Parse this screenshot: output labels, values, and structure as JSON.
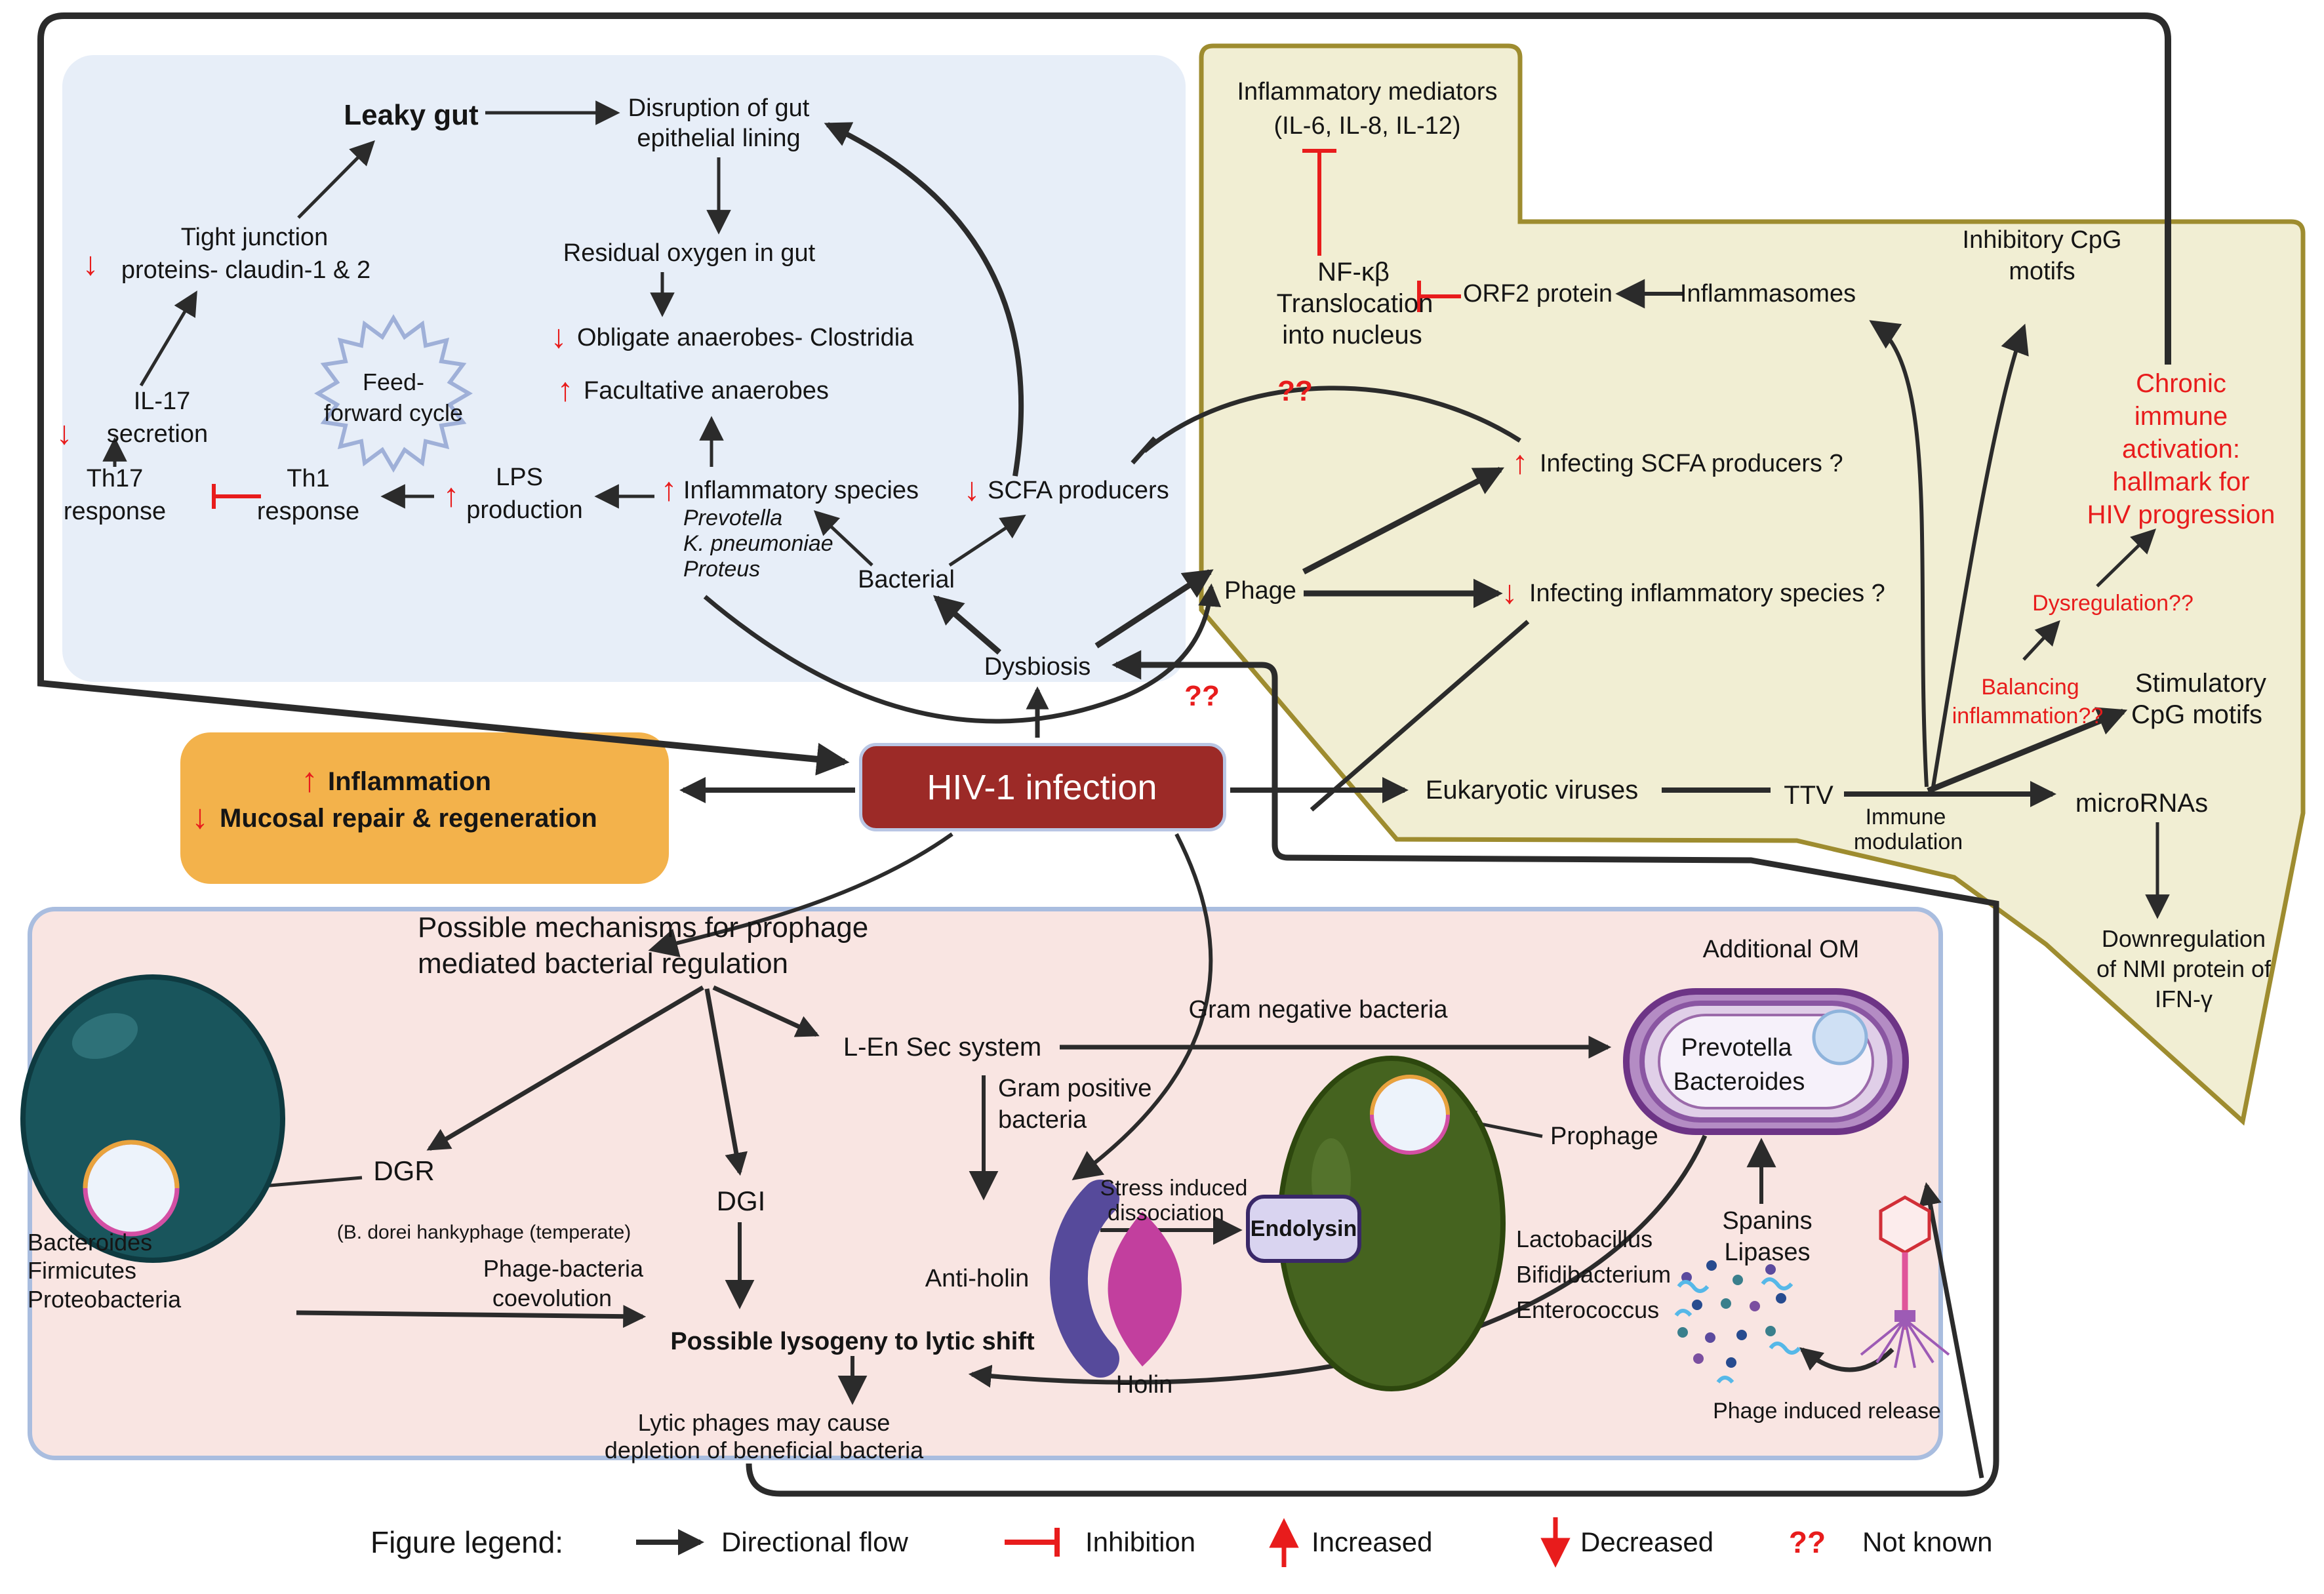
{
  "symbols": {
    "up": "↑",
    "down": "↓",
    "qq": "??"
  },
  "colors": {
    "gut_box": "#e7eef8",
    "virome_box_fill": "#f1eed3",
    "virome_box_border": "#9e8c2f",
    "outcome_box": "#f3b24b",
    "mechanisms_box_fill": "#f9e5e2",
    "mechanisms_box_border": "#a9bddf",
    "hiv_box": "#9c2a27",
    "arrow_black": "#2b2b2b",
    "accent_red": "#e81c1c",
    "teal_cell": "#19555c",
    "green_cell": "#45631f",
    "capsule_purple": "#7c3f90",
    "endolysin_fill": "#d9d4f0",
    "antiholin": "#564a9b",
    "holin": "#c23f9e"
  },
  "gut": {
    "leaky_gut": "Leaky gut",
    "disruption": [
      "Disruption of gut",
      "epithelial lining"
    ],
    "residual": "Residual oxygen in gut",
    "obligate": "Obligate anaerobes- Clostridia",
    "facultative": "Facultative anaerobes",
    "inflammatory_species": "Inflammatory species",
    "species": [
      "Prevotella",
      "K. pneumoniae",
      "Proteus"
    ],
    "scfa": "SCFA producers",
    "bacterial": "Bacterial",
    "dysbiosis": "Dysbiosis",
    "tight_junction": [
      "Tight junction",
      "proteins- claudin-1 & 2"
    ],
    "il17": [
      "IL-17",
      "secretion"
    ],
    "th17": [
      "Th17",
      "response"
    ],
    "th1": [
      "Th1",
      "response"
    ],
    "lps": [
      "LPS",
      "production"
    ],
    "feed_forward": [
      "Feed-",
      "forward cycle"
    ]
  },
  "virome": {
    "mediators": [
      "Inflammatory mediators",
      "(IL-6, IL-8, IL-12)"
    ],
    "nfkb": [
      "NF-κβ",
      "Translocation",
      "into nucleus"
    ],
    "orf2": "ORF2 protein",
    "inflammasomes": "Inflammasomes",
    "inhibitory_cpg": [
      "Inhibitory CpG",
      "motifs"
    ],
    "chronic": [
      "Chronic",
      "immune",
      "activation:",
      "hallmark for",
      "HIV progression"
    ],
    "dysregulation": "Dysregulation??",
    "balancing": [
      "Balancing",
      "inflammation??"
    ],
    "stimulatory": [
      "Stimulatory",
      "CpG motifs"
    ],
    "infecting_scfa": "Infecting SCFA producers ?",
    "phage": "Phage",
    "infecting_inflammatory": "Infecting inflammatory species ?",
    "eukaryotic": "Eukaryotic viruses",
    "ttv": "TTV",
    "immune_modulation": [
      "Immune",
      "modulation"
    ],
    "micrornas": "microRNAs",
    "downregulation": [
      "Downregulation",
      "of NMI protein of",
      "IFN-γ"
    ]
  },
  "hiv": {
    "label": "HIV-1 infection"
  },
  "outcome": {
    "inflammation": "Inflammation",
    "mucosal": "Mucosal repair & regeneration"
  },
  "mech": {
    "title": [
      "Possible mechanisms for prophage",
      "mediated bacterial regulation"
    ],
    "dgr": "DGR",
    "hankyphage": "(B. dorei hankyphage (temperate)",
    "coevolution": [
      "Phage-bacteria",
      "coevolution"
    ],
    "dgi": "DGI",
    "lensec": "L-En Sec system",
    "gram_negative": "Gram negative bacteria",
    "gram_positive": [
      "Gram positive",
      "bacteria"
    ],
    "antiholin": "Anti-holin",
    "holin": "Holin",
    "stress": [
      "Stress induced",
      "dissociation"
    ],
    "endolysin": "Endolysin",
    "prophage": "Prophage",
    "lacto": [
      "Lactobacillus",
      "Bifidibacterium",
      "Enterococcus"
    ],
    "bacteroides_list": [
      "Bacteroides",
      "Firmicutes",
      "Proteobacteria"
    ],
    "lysogeny": "Possible lysogeny to lytic shift",
    "lytic": [
      "Lytic phages may cause",
      "depletion of beneficial bacteria"
    ],
    "additional_om": "Additional OM",
    "prevotella": [
      "Prevotella",
      "Bacteroides"
    ],
    "spanins": [
      "Spanins",
      "Lipases"
    ],
    "release": "Phage induced release"
  },
  "legend": {
    "title": "Figure legend:",
    "items": [
      {
        "symbol": "arrow",
        "label": "Directional flow"
      },
      {
        "symbol": "inhibition",
        "label": "Inhibition"
      },
      {
        "symbol": "up",
        "label": "Increased"
      },
      {
        "symbol": "down",
        "label": "Decreased"
      },
      {
        "symbol": "qq",
        "label": "Not known"
      }
    ]
  }
}
